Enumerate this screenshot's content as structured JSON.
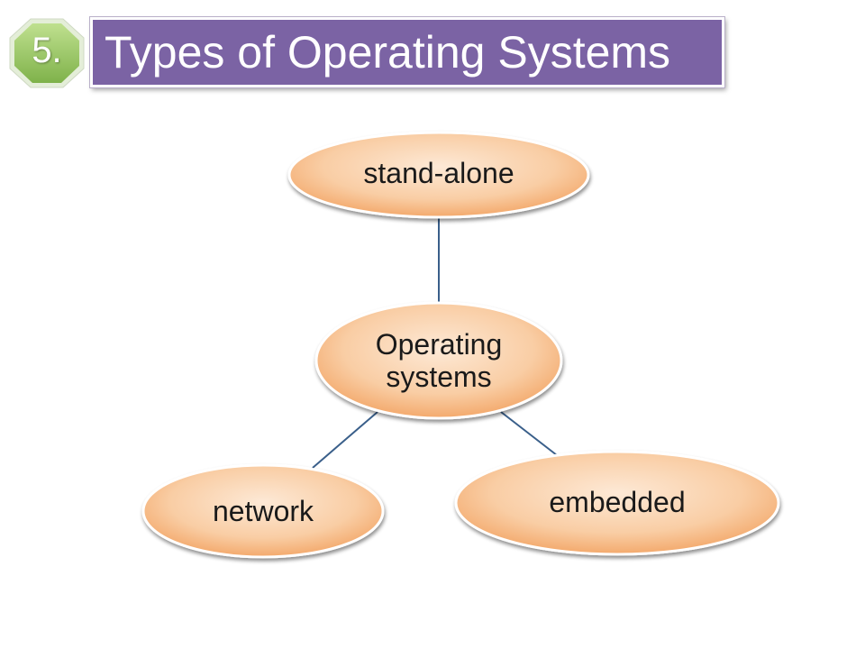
{
  "badge": {
    "label": "5.",
    "color": "#8fbf5a"
  },
  "title": {
    "text": "Types of Operating Systems",
    "background": "#7b63a4"
  },
  "diagram": {
    "center": {
      "label": "Operating\nsystems"
    },
    "children": [
      {
        "id": "stand-alone",
        "label": "stand-alone"
      },
      {
        "id": "network",
        "label": "network"
      },
      {
        "id": "embedded",
        "label": "embedded"
      }
    ],
    "connector_color": "#3a5f8a",
    "node_fill": "#f8c79a"
  }
}
